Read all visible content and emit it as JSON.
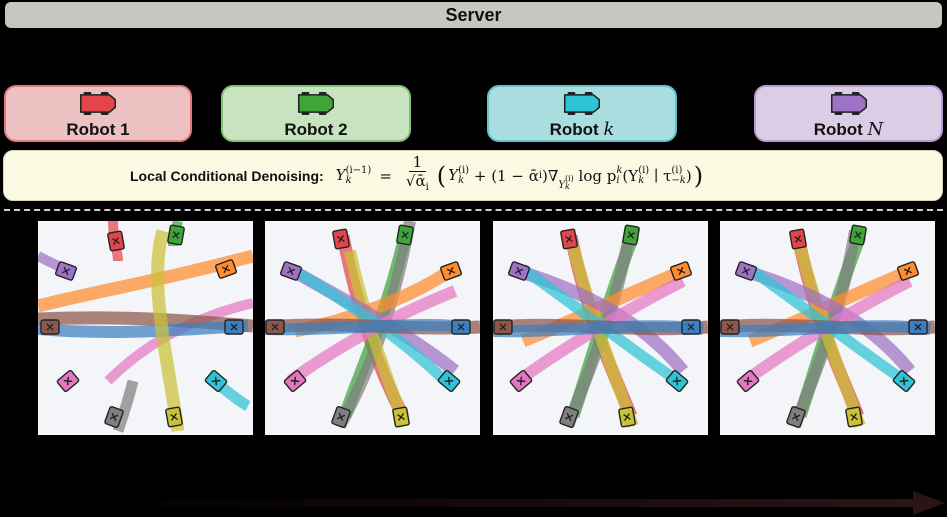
{
  "server": {
    "label": "Server"
  },
  "robots": [
    {
      "name": "Robot 1",
      "var": "",
      "bg": "#ebc1c2",
      "border": "#e2787c",
      "color": "#e2464c"
    },
    {
      "name": "Robot 2",
      "var": "",
      "bg": "#c7e3c0",
      "border": "#7fc175",
      "color": "#3da53a"
    },
    {
      "name": "Robot ",
      "var": "k",
      "bg": "#a9dde0",
      "border": "#5fc3cc",
      "color": "#2ec4d6"
    },
    {
      "name": "Robot ",
      "var": "N",
      "bg": "#dccde6",
      "border": "#b89ad0",
      "color": "#9e72c4"
    }
  ],
  "denoising": {
    "label": "Local Conditional Denoising:",
    "lhs": "Y",
    "lhs_sub": "k",
    "lhs_sup": "(i−1)",
    "eq": "=",
    "frac_num": "1",
    "frac_den": "√ᾱ",
    "frac_den_sub": "i",
    "open": "(",
    "t1": "Y",
    "t1_sub": "k",
    "t1_sup": "(i)",
    "plus": " + (1 − ᾱ",
    "plus_sub": "i",
    "plus_close": ")∇",
    "grad_sub": "Y",
    "grad_sub2": "k",
    "grad_sup2": "(i)",
    "log": " log p",
    "log_sub": "i",
    "log_sup": "k",
    "arg_open": "(Y",
    "arg_sub": "k",
    "arg_sup": "(i)",
    "bar": " ∣ τ",
    "tau_sub": "−k",
    "tau_sup": "(i)",
    "arg_close": ")",
    "close": ")"
  },
  "trajectory_colors": {
    "red": "#e2464c",
    "green": "#3da53a",
    "gray": "#7f7f7f",
    "olive": "#c9c236",
    "orange": "#ff8c2e",
    "purple": "#9e72c4",
    "pink": "#e377c2",
    "brown": "#8c564b",
    "blue": "#3b7fc0",
    "cyan": "#2ec4d6"
  },
  "arrow_color": "#2b1416"
}
